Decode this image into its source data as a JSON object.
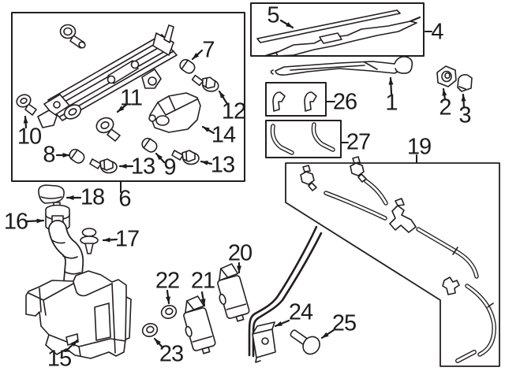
{
  "figure": {
    "type": "exploded-parts-diagram",
    "background_color": "#ffffff",
    "line_color": "#231f20",
    "callouts": [
      {
        "num": "1"
      },
      {
        "num": "2"
      },
      {
        "num": "3"
      },
      {
        "num": "4"
      },
      {
        "num": "5"
      },
      {
        "num": "6"
      },
      {
        "num": "7"
      },
      {
        "num": "8"
      },
      {
        "num": "9"
      },
      {
        "num": "10"
      },
      {
        "num": "11"
      },
      {
        "num": "12"
      },
      {
        "num": "13"
      },
      {
        "num": "13"
      },
      {
        "num": "14"
      },
      {
        "num": "15"
      },
      {
        "num": "16"
      },
      {
        "num": "17"
      },
      {
        "num": "18"
      },
      {
        "num": "19"
      },
      {
        "num": "20"
      },
      {
        "num": "21"
      },
      {
        "num": "22"
      },
      {
        "num": "23"
      },
      {
        "num": "24"
      },
      {
        "num": "25"
      },
      {
        "num": "26"
      },
      {
        "num": "27"
      }
    ],
    "groups": [
      {
        "callout": "6",
        "shape": "rectangle"
      },
      {
        "callout": "4",
        "shape": "rectangle"
      },
      {
        "callout": "26",
        "shape": "rectangle"
      },
      {
        "callout": "27",
        "shape": "rectangle"
      },
      {
        "callout": "19",
        "shape": "polygon"
      }
    ]
  }
}
